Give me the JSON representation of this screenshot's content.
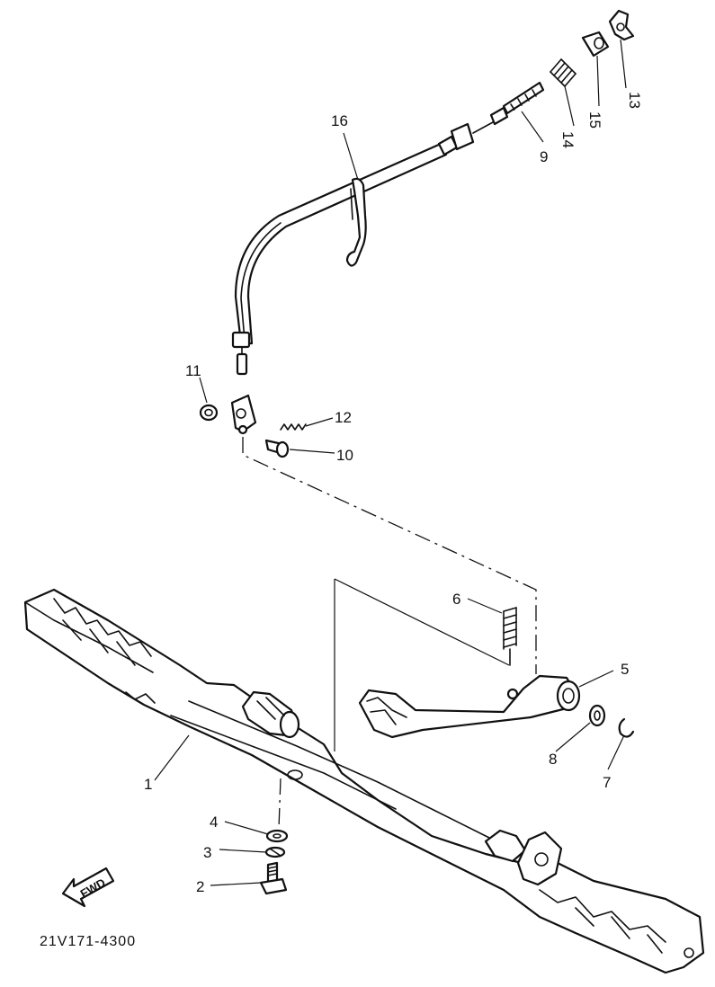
{
  "diagram": {
    "drawing_code": "21V171-4300",
    "fwd_label": "FWD",
    "callouts": {
      "c1": "1",
      "c2": "2",
      "c3": "3",
      "c4": "4",
      "c5": "5",
      "c6": "6",
      "c7": "7",
      "c8": "8",
      "c9": "9",
      "c10": "10",
      "c11": "11",
      "c12": "12",
      "c13": "13",
      "c14": "14",
      "c15": "15",
      "c16": "16"
    }
  }
}
